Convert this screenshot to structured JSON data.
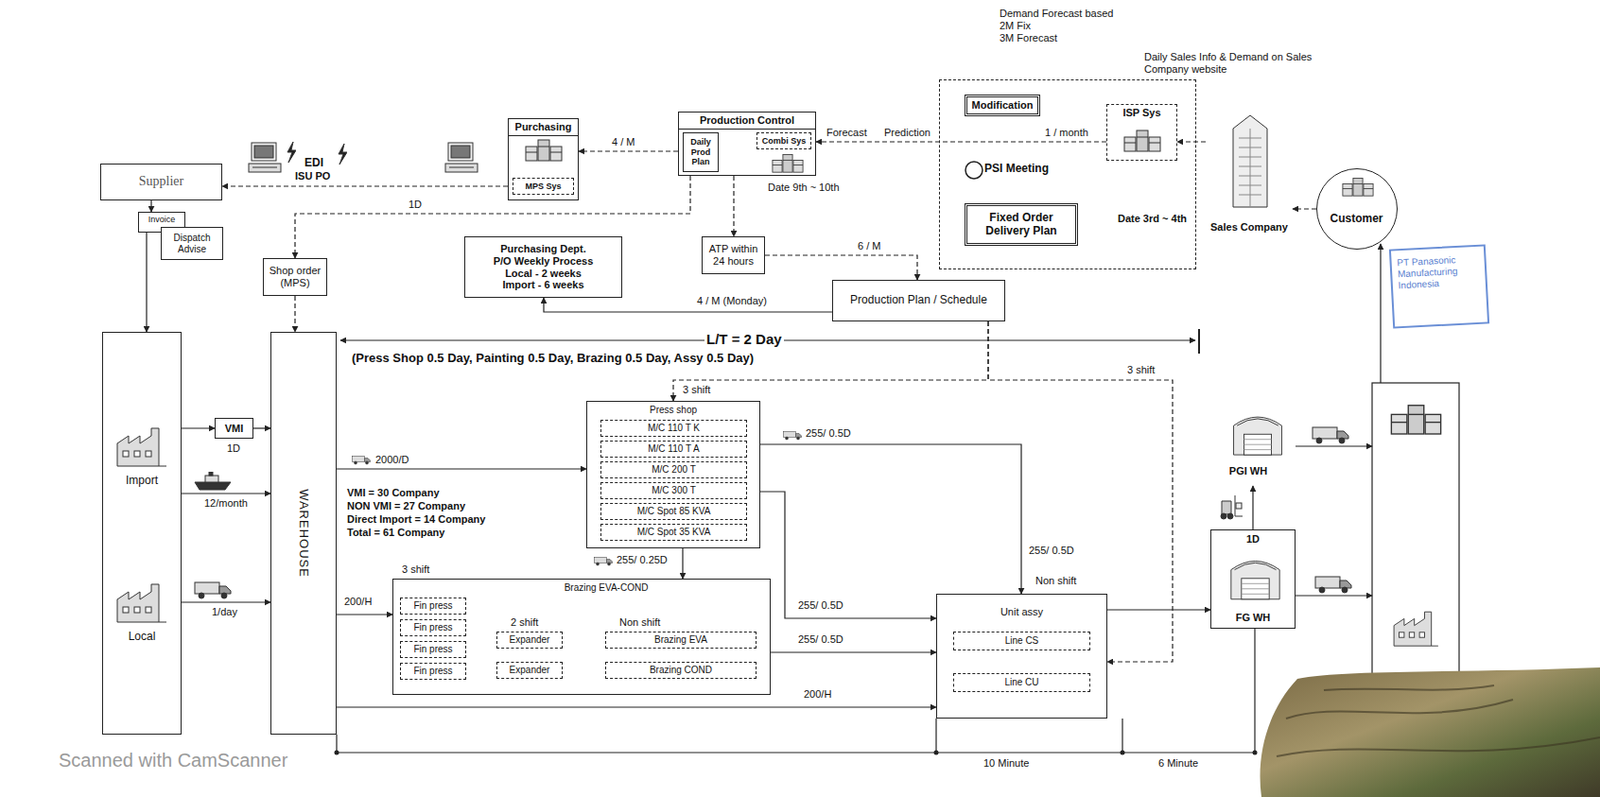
{
  "diagram": {
    "nodes": [
      {
        "text": [
          "Supplier"
        ]
      },
      {
        "text": [
          "Purchasing"
        ]
      },
      {
        "text": [
          "MPS Sys"
        ],
        "in": 1
      },
      {
        "text": [
          "Production Control"
        ]
      },
      {
        "text": [
          "Daily Prod Plan"
        ],
        "in": 3
      },
      {
        "text": [
          "Combi Sys"
        ],
        "in": 3
      },
      {
        "text": [
          "Date 3rd ~ 4th"
        ]
      },
      {
        "text": [
          "Modification"
        ],
        "in": 6
      },
      {
        "text": [
          "ISP Sys"
        ],
        "in": 6
      },
      {
        "text": [
          "PSI Meeting"
        ],
        "in": 6
      },
      {
        "text": [
          "Fixed Order Delivery Plan"
        ],
        "in": 6
      },
      {
        "text": [
          "Sales Company"
        ]
      },
      {
        "text": [
          "Customer"
        ]
      },
      {
        "text": [
          "Invoice"
        ]
      },
      {
        "text": [
          "Dispatch Advise"
        ]
      },
      {
        "text": [
          "Shop order (MPS)"
        ]
      },
      {
        "text": [
          "Purchasing Dept.",
          "P/O Weekly Process",
          "Local - 2 weeks",
          "Import - 6 weeks"
        ]
      },
      {
        "text": [
          "ATP within 24 hours"
        ]
      },
      {
        "text": [
          "Production Plan / Schedule"
        ]
      },
      {
        "text": [
          "Import",
          "Local"
        ]
      },
      {
        "text": [
          "VMI"
        ]
      },
      {
        "text": [
          "WAREHOUSE"
        ]
      },
      {
        "text": [
          "Press shop"
        ]
      },
      {
        "text": [
          "M/C 110 T K"
        ],
        "in": 22
      },
      {
        "text": [
          "M/C 110 T A"
        ],
        "in": 22
      },
      {
        "text": [
          "M/C 200 T"
        ],
        "in": 22
      },
      {
        "text": [
          "M/C 300 T"
        ],
        "in": 22
      },
      {
        "text": [
          "M/C Spot 85 KVA"
        ],
        "in": 22
      },
      {
        "text": [
          "M/C Spot 35 KVA"
        ],
        "in": 22
      },
      {
        "text": [
          "Brazing EVA-COND"
        ]
      },
      {
        "text": [
          "Fin press"
        ],
        "in": 29
      },
      {
        "text": [
          "Fin press"
        ],
        "in": 29
      },
      {
        "text": [
          "Fin press"
        ],
        "in": 29
      },
      {
        "text": [
          "Fin press"
        ],
        "in": 29
      },
      {
        "text": [
          "Expander"
        ],
        "in": 29
      },
      {
        "text": [
          "Expander"
        ],
        "in": 29
      },
      {
        "text": [
          "Brazing EVA"
        ],
        "in": 29
      },
      {
        "text": [
          "Brazing COND"
        ],
        "in": 29
      },
      {
        "text": [
          "Unit assy"
        ]
      },
      {
        "text": [
          "Line CS"
        ],
        "in": 38
      },
      {
        "text": [
          "Line CU"
        ],
        "in": 38
      },
      {
        "text": [
          "1D",
          "FG WH"
        ]
      },
      {
        "text": [
          "PGI WH"
        ]
      }
    ],
    "edges": [
      {
        "from": 1,
        "to": 0,
        "arrow": "to"
      },
      {
        "from": 3,
        "to": 1,
        "label": "4 / M",
        "arrow": "to"
      },
      {
        "from": 8,
        "to": 3,
        "label": "Forecast",
        "arrow": "to"
      },
      {
        "from": 11,
        "to": 8,
        "arrow": "to"
      },
      {
        "from": 12,
        "to": 11,
        "arrow": "to"
      },
      {
        "from": 0,
        "to": 13,
        "arrow": "to"
      },
      {
        "from": 13,
        "to": 19,
        "arrow": "to"
      },
      {
        "from": 3,
        "to": 15,
        "label": "1D",
        "arrow": "to"
      },
      {
        "from": 3,
        "to": 17,
        "arrow": "to"
      },
      {
        "from": 17,
        "to": 18,
        "label": "6 / M",
        "arrow": "to"
      },
      {
        "from": 18,
        "to": 16,
        "label": "4 / M (Monday)",
        "arrow": "to"
      },
      {
        "from": 15,
        "to": 21,
        "arrow": "to"
      },
      {
        "from": 19,
        "to": 20,
        "arrow": "to"
      },
      {
        "from": 20,
        "to": 21,
        "arrow": "to"
      },
      {
        "from": 19,
        "to": 21,
        "label": "12/month",
        "arrow": "to"
      },
      {
        "from": 19,
        "to": 21,
        "label": "1/day",
        "arrow": "to"
      },
      {
        "from": 21,
        "to": 22,
        "label": "2000/D",
        "arrow": "to"
      },
      {
        "from": 21,
        "to": 29,
        "label": "200/H",
        "arrow": "to"
      },
      {
        "from": 21,
        "to": 38,
        "label": "200/H",
        "arrow": "to"
      },
      {
        "from": 22,
        "to": 38,
        "label": "255/ 0.5D",
        "arrow": "to"
      },
      {
        "from": 22,
        "to": 29,
        "label": "255/ 0.25D",
        "arrow": "to"
      },
      {
        "from": 22,
        "to": 38,
        "label": "255/ 0.5D",
        "arrow": "to"
      },
      {
        "from": 29,
        "to": 38,
        "label": "255/ 0.5D",
        "arrow": "to"
      },
      {
        "from": 18,
        "to": 22,
        "label": "3 shift",
        "arrow": "to"
      },
      {
        "from": 18,
        "to": 38,
        "label": "3 shift",
        "arrow": "to"
      },
      {
        "from": 30,
        "to": 34,
        "arrow": "to"
      },
      {
        "from": 31,
        "to": 34,
        "arrow": "to"
      },
      {
        "from": 32,
        "to": 35,
        "arrow": "to"
      },
      {
        "from": 33,
        "to": 35,
        "arrow": "to"
      },
      {
        "from": 34,
        "to": 36,
        "arrow": "to"
      },
      {
        "from": 35,
        "to": 37,
        "arrow": "to"
      },
      {
        "from": 38,
        "to": 41,
        "arrow": "to"
      },
      {
        "from": 41,
        "to": 42,
        "arrow": "to"
      }
    ],
    "labels": [
      "Demand Forecast based",
      "2M Fix",
      "3M Forecast",
      "Daily Sales Info & Demand on Sales Company website",
      "EDI",
      "ISU PO",
      "Prediction",
      "1 / month",
      "Date 9th ~ 10th",
      "L/T = 2 Day",
      "(Press Shop 0.5 Day, Painting 0.5 Day, Brazing 0.5 Day, Assy 0.5 Day)",
      "1D",
      "VMI = 30 Company",
      "NON VMI = 27 Company",
      "Direct Import = 14 Company",
      "Total = 61 Company",
      "255/ 0.5D",
      "Non shift",
      "3 shift",
      "2 shift",
      "Non shift",
      "10 Minute",
      "6 Minute",
      "PT Panasonic Manufacturing Indonesia",
      "Scanned with CamScanner"
    ]
  }
}
